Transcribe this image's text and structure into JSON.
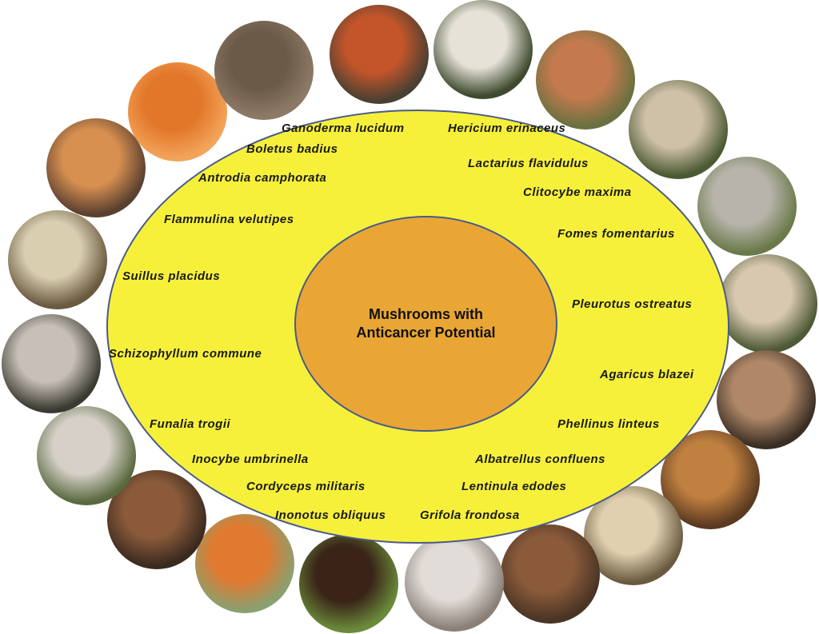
{
  "title": "Mushrooms with Anticancer Potential",
  "species": [
    "Ganoderma lucidum",
    "Hericium erinaceus",
    "Boletus badius",
    "Lactarius flavidulus",
    "Antrodia camphorata",
    "Clitocybe maxima",
    "Flammulina velutipes",
    "Fomes fomentarius",
    "Suillus placidus",
    "Pleurotus ostreatus",
    "Schizophyllum commune",
    "Agaricus blazei",
    "Funalia trogii",
    "Phellinus linteus",
    "Inocybe umbrinella",
    "Albatrellus confluens",
    "Cordyceps militaris",
    "Lentinula edodes",
    "Inonotus obliquus",
    "Grifola frondosa"
  ],
  "colors": {
    "outer": "#f6f03a",
    "inner": "#e9a634",
    "border": "#4a5a8a"
  }
}
